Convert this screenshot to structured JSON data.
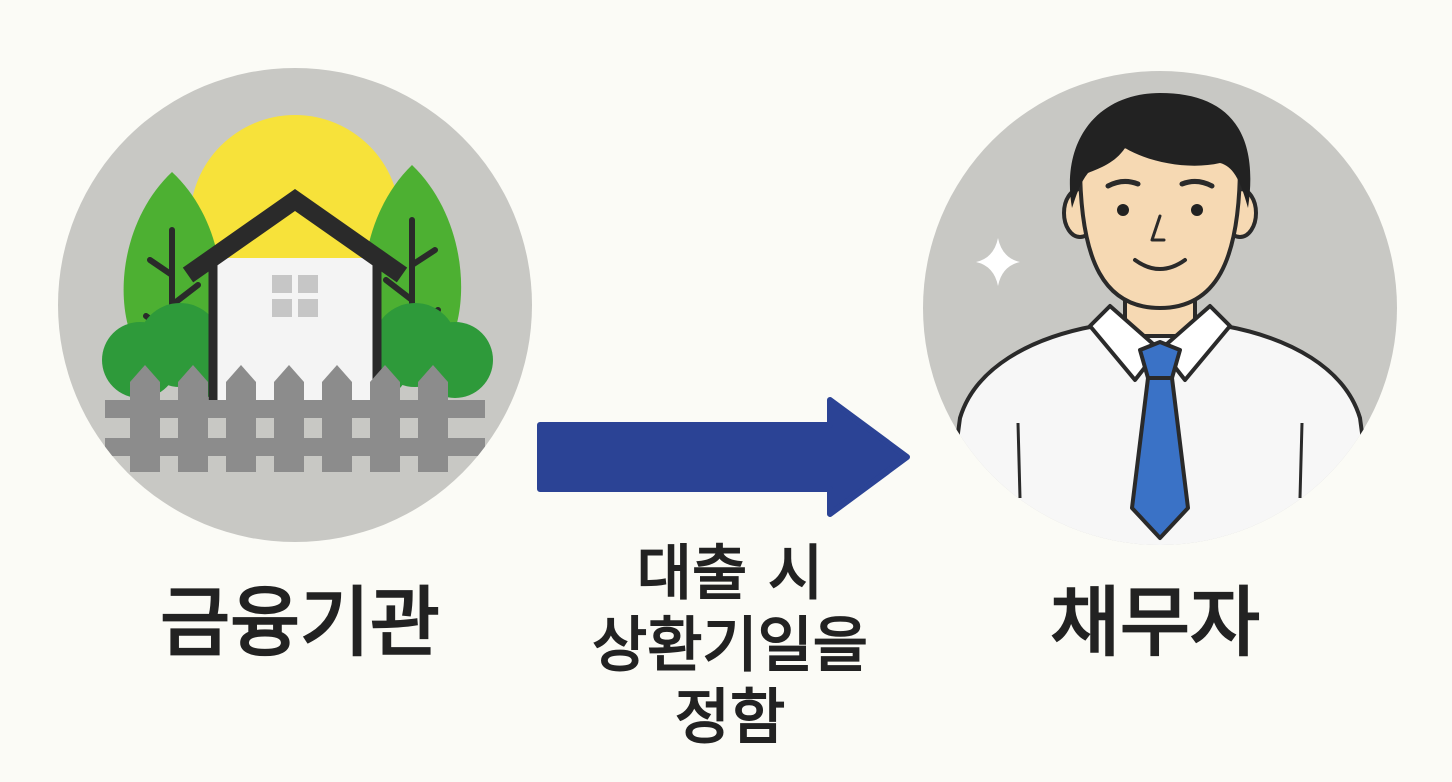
{
  "nodes": {
    "lender": {
      "label": "금융기관",
      "icon": "house-with-trees-icon"
    },
    "debtor": {
      "label": "채무자",
      "icon": "man-in-tie-icon"
    }
  },
  "relation": {
    "lines": [
      "대출 시",
      "상환기일을",
      "정함"
    ],
    "arrow_icon": "right-arrow-icon"
  },
  "colors": {
    "background": "#fbfbf6",
    "circle": "#c8c8c4",
    "arrow": "#2b4395",
    "sun": "#f7e23a",
    "tree": "#4db032",
    "bush": "#2e9a3a",
    "fence": "#8c8c8c",
    "roof": "#2a2a2a",
    "house": "#f4f4f4",
    "skin": "#f6d9b3",
    "hair": "#222222",
    "shirt": "#f7f7f7",
    "tie": "#3a72c6",
    "text": "#222222"
  }
}
